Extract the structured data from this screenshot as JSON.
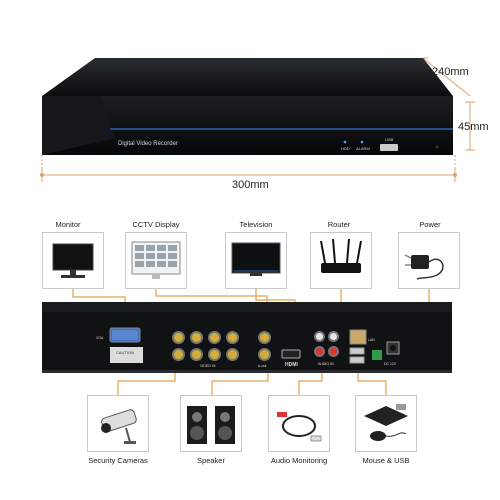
{
  "front": {
    "label": "Digital Video Recorder",
    "led_labels": [
      "HDD",
      "ALARM"
    ],
    "usb_label": "USB"
  },
  "dimensions": {
    "depth": "240mm",
    "height": "45mm",
    "width": "300mm"
  },
  "devices_top": [
    {
      "label": "Monitor"
    },
    {
      "label": "CCTV Display"
    },
    {
      "label": "Television"
    },
    {
      "label": "Router"
    },
    {
      "label": "Power"
    }
  ],
  "devices_bottom": [
    {
      "label": "Security Cameras"
    },
    {
      "label": "Speaker"
    },
    {
      "label": "Audio Monitoring"
    },
    {
      "label": "Mouse & USB"
    }
  ],
  "back_panel": {
    "vga": "VGA",
    "caution": "CAUTION",
    "video_in": "VIDEO IN",
    "a_out": "A-out",
    "hdmi": "HDMI",
    "audio_in": "AUDIO IN",
    "lan": "LAN",
    "dc": "DC 12V"
  },
  "colors": {
    "wire": "#e2a14a",
    "dim_line": "#d7a46a",
    "dvr_body": "#101215",
    "accent_blue": "#2b5fb5"
  }
}
